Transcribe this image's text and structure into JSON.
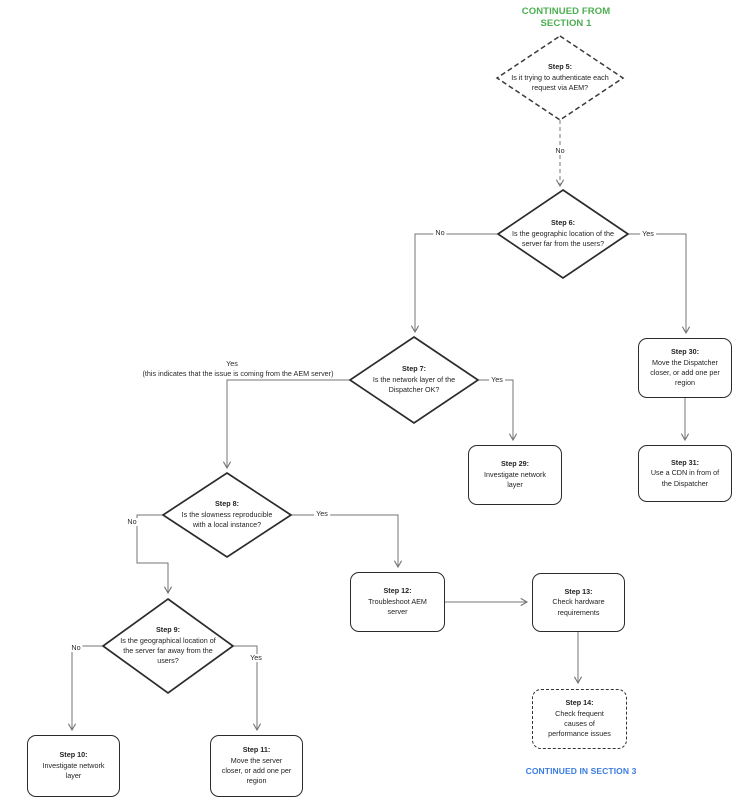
{
  "header": {
    "continued_from": "CONTINUED FROM SECTION 1"
  },
  "footer": {
    "continued_in": "CONTINUED IN SECTION 3"
  },
  "colors": {
    "section_link_green": "#4caf50",
    "section_link_blue": "#3b7de2",
    "connector_line": "#757575",
    "shape_border": "#2b2b2b",
    "text": "#1f1f1f"
  },
  "nodes": {
    "step5": {
      "title": "Step 5:",
      "text": "Is it trying to authenticate each request via AEM?"
    },
    "step6": {
      "title": "Step 6:",
      "text": "Is the geographic location of the server far from the users?"
    },
    "step7": {
      "title": "Step 7:",
      "text": "Is the network layer of the Dispatcher OK?"
    },
    "step8": {
      "title": "Step 8:",
      "text": "Is the slowness reproducible with a local instance?"
    },
    "step9": {
      "title": "Step 9:",
      "text": "Is the geographical location of the server far away from the users?"
    },
    "step10": {
      "title": "Step 10:",
      "text": "Investigate network layer"
    },
    "step11": {
      "title": "Step 11:",
      "text": "Move the server closer, or add one per region"
    },
    "step12": {
      "title": "Step 12:",
      "text": "Troubleshoot AEM server"
    },
    "step13": {
      "title": "Step 13:",
      "text": "Check hardware requirements"
    },
    "step14": {
      "title": "Step 14:",
      "text": "Check frequent causes of performance issues"
    },
    "step29": {
      "title": "Step 29:",
      "text": "Investigate network layer"
    },
    "step30": {
      "title": "Step 30:",
      "text": "Move the Dispatcher closer, or add one per region"
    },
    "step31": {
      "title": "Step 31:",
      "text": "Use a CDN in from of the Dispatcher"
    }
  },
  "edge_labels": {
    "step5_no": "No",
    "step6_no": "No",
    "step6_yes": "Yes",
    "step7_yes": "Yes",
    "step7_left_yes": "Yes",
    "step7_left_note": "(this indicates that the issue is coming from the AEM server)",
    "step8_no": "No",
    "step8_yes": "Yes",
    "step9_no": "No",
    "step9_yes": "Yes"
  }
}
